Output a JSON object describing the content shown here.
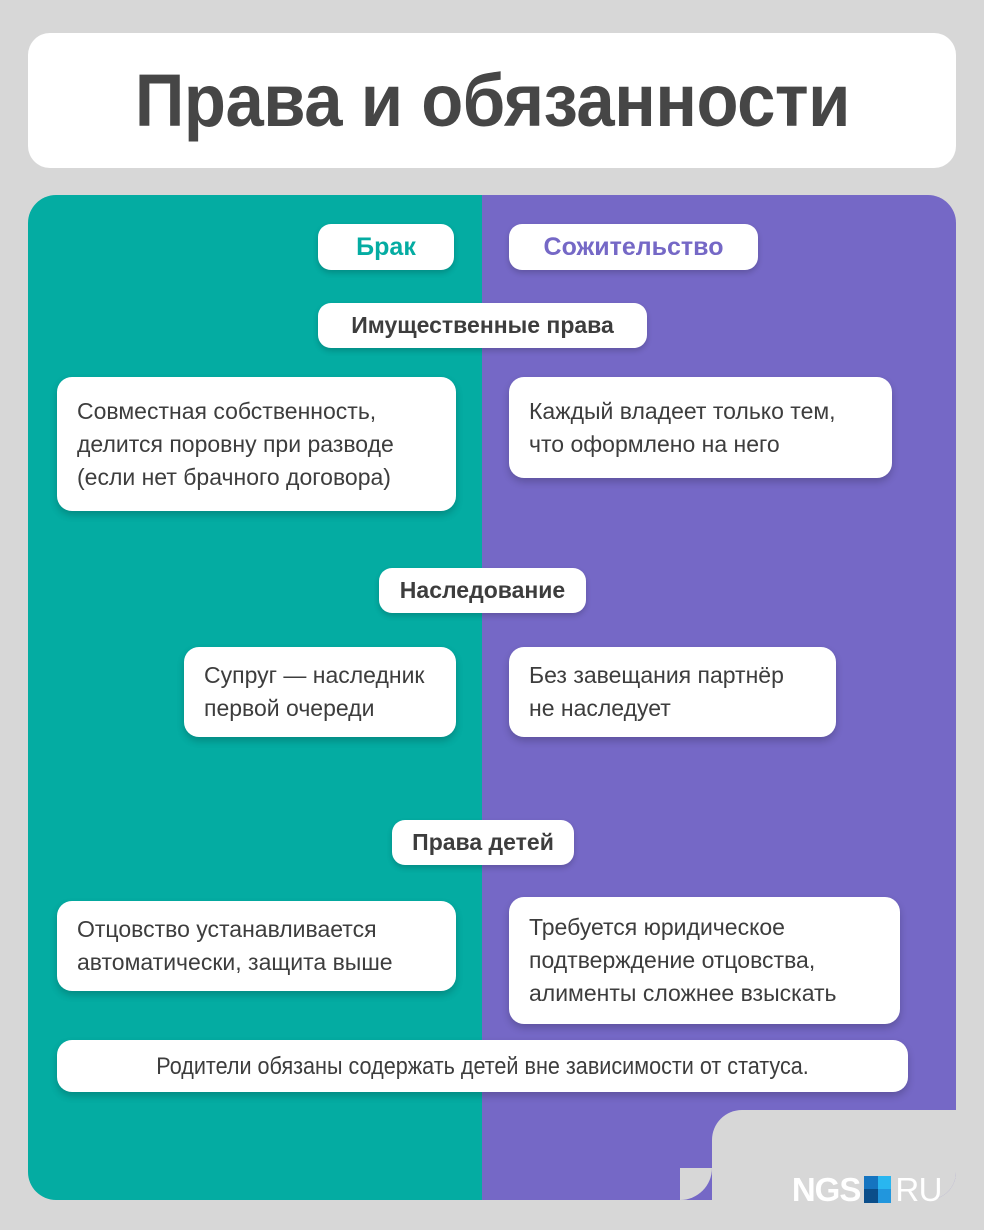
{
  "page": {
    "background_color": "#d7d7d7",
    "title": "Права и обязанности"
  },
  "panel": {
    "left_color": "#04aca2",
    "right_color": "#7568c6"
  },
  "columns": [
    {
      "label": "Брак",
      "color": "#04aca2"
    },
    {
      "label": "Сожительство",
      "color": "#7568c6"
    }
  ],
  "sections": [
    {
      "heading": "Имущественные права",
      "left": "Совместная собственность,\nделится поровну при разводе\n(если нет брачного договора)",
      "right": "Каждый владеет только тем,\nчто оформлено на него"
    },
    {
      "heading": "Наследование",
      "left": "Супруг — наследник\nпервой очереди",
      "right": "Без завещания партнёр\nне наследует"
    },
    {
      "heading": "Права детей",
      "left": "Отцовство устанавливается\nавтоматически, защита выше",
      "right": "Требуется юридическое\nподтверждение отцовства,\nалименты сложнее взыскать"
    }
  ],
  "footer_note": "Родители обязаны содержать детей вне зависимости от статуса.",
  "logo": {
    "name": "NGS",
    "domain": "RU",
    "square_colors": {
      "top_left": "#1574c0",
      "top_right": "#29b6f0",
      "bottom_left": "#0b4e8a",
      "bottom_right": "#2196dd"
    }
  }
}
